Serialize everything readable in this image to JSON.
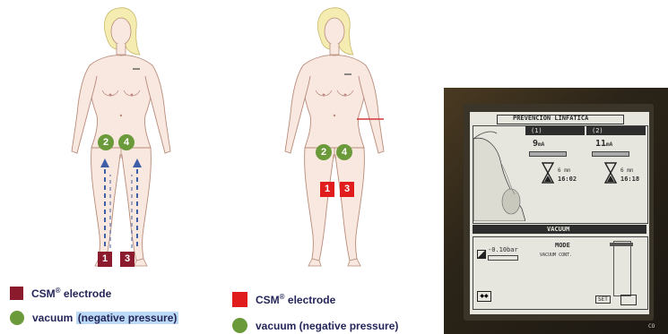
{
  "left_figure": {
    "electrodes": [
      "1",
      "3"
    ],
    "vacuum_points": [
      "2",
      "4"
    ]
  },
  "middle_figure": {
    "electrodes": [
      "1",
      "3"
    ],
    "vacuum_points": [
      "2",
      "4"
    ]
  },
  "legend_left": {
    "electrode_label": "CSM",
    "electrode_sup": "®",
    "electrode_suffix": " electrode",
    "vacuum_label": "vacuum ",
    "vacuum_selected": "(negative pressure)"
  },
  "legend_middle": {
    "electrode_label": "CSM",
    "electrode_sup": "®",
    "electrode_suffix": " electrode",
    "vacuum_label": "vacuum (negative pressure)"
  },
  "device_screen": {
    "title": "PREVENCION LINFATICA",
    "ch1_label": "(1)",
    "ch2_label": "(2)",
    "ch1_current": "9",
    "ch2_current": "11",
    "current_unit": "mA",
    "ch1_time_total": "6 mn",
    "ch1_time": "16:02",
    "ch2_time_total": "6 mn",
    "ch2_time": "16:18",
    "vacuum_header": "VACUUM",
    "pressure": "-0.10bar",
    "mode_label": "MODE",
    "mode_value": "VACUUM CONT.",
    "set_button": "SET",
    "corner_mark": "CO"
  },
  "colors": {
    "electrode_dark": "#8a1a2c",
    "electrode_bright": "#e01c1c",
    "vacuum_green": "#6b9a3a",
    "text_navy": "#24265a",
    "skin": "#f8e8e0",
    "hair": "#f4ecb0"
  }
}
